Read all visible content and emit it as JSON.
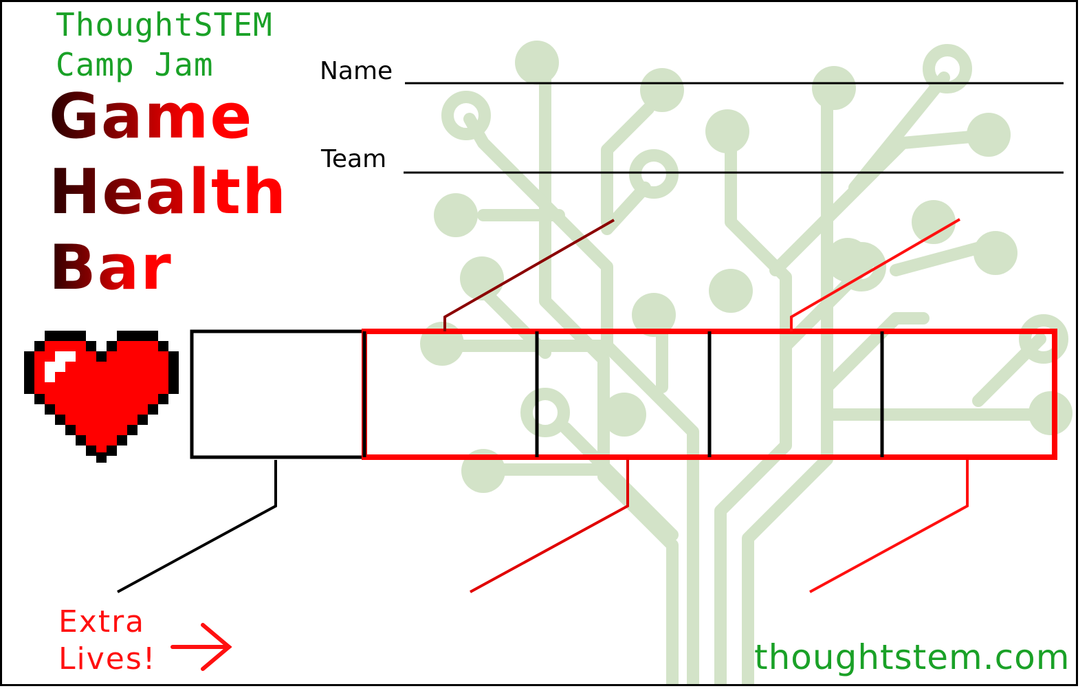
{
  "brand": {
    "line1": "ThoughtSTEM",
    "line2": "Camp Jam"
  },
  "title": {
    "word1": "Game",
    "word2": "Health",
    "word3": "Bar"
  },
  "fields": {
    "name_label": "Name",
    "team_label": "Team"
  },
  "footer": {
    "extra_lives_line1": "Extra",
    "extra_lives_line2": "Lives!",
    "website": "thoughtstem.com"
  },
  "icons": {
    "heart": "pixel-heart-icon",
    "arrow": "arrow-right-icon",
    "background": "circuit-tree-icon"
  },
  "colors": {
    "brand_green": "#1aa127",
    "accent_red": "#ff0000",
    "dark_red": "#8b0000",
    "tree_green": "#d3e3c8"
  }
}
